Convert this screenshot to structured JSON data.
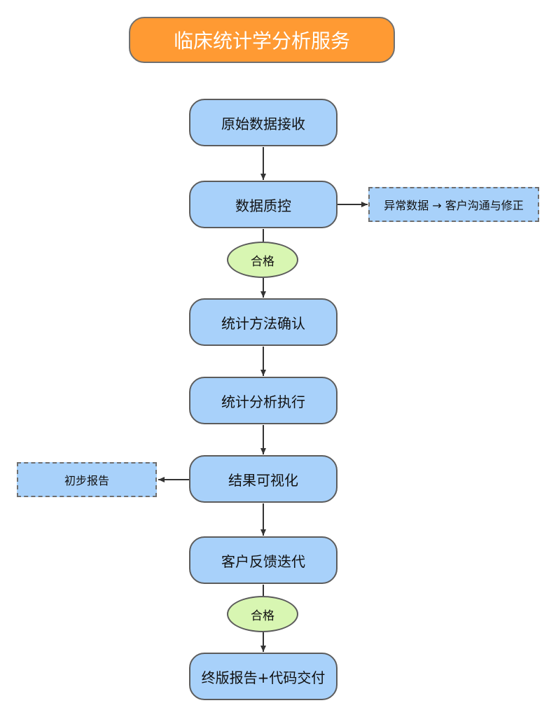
{
  "title": "临床统计学分析服务",
  "steps": [
    "原始数据接收",
    "数据质控",
    "统计方法确认",
    "统计分析执行",
    "结果可视化",
    "客户反馈迭代",
    "终版报告+代码交付"
  ],
  "gates": [
    "合格",
    "合格"
  ],
  "side_notes": {
    "qc_exception": "异常数据 → 客户沟通与修正",
    "preliminary": "初步报告"
  },
  "colors": {
    "title_fill": "#ff9a33",
    "step_fill": "#a8d1fa",
    "gate_fill": "#d8f6b2",
    "border": "#5c5c5c",
    "arrow": "#333333"
  }
}
